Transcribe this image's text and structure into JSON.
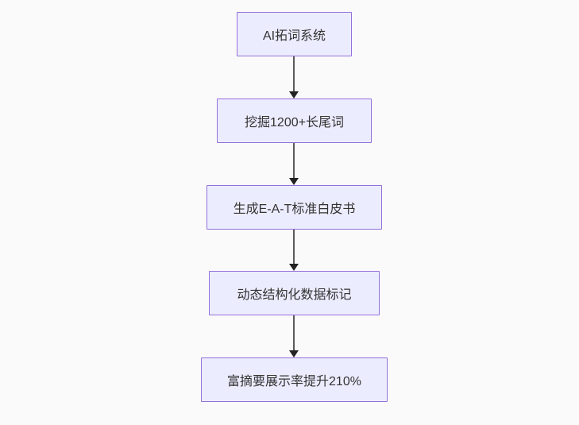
{
  "page": {
    "background_color": "#fafafa"
  },
  "flowchart": {
    "type": "vertical-flow",
    "node_fill_color": "#ECECFF",
    "node_border_color": "#9370DB",
    "arrow_line_color": "#5b5b5b",
    "arrowhead_color": "#222222",
    "text_color": "#333333",
    "nodes": [
      {
        "label": "AI拓词系统"
      },
      {
        "label": "挖掘1200+长尾词"
      },
      {
        "label": "生成E-A-T标准白皮书"
      },
      {
        "label": "动态结构化数据标记"
      },
      {
        "label": "富摘要展示率提升210%"
      }
    ]
  }
}
